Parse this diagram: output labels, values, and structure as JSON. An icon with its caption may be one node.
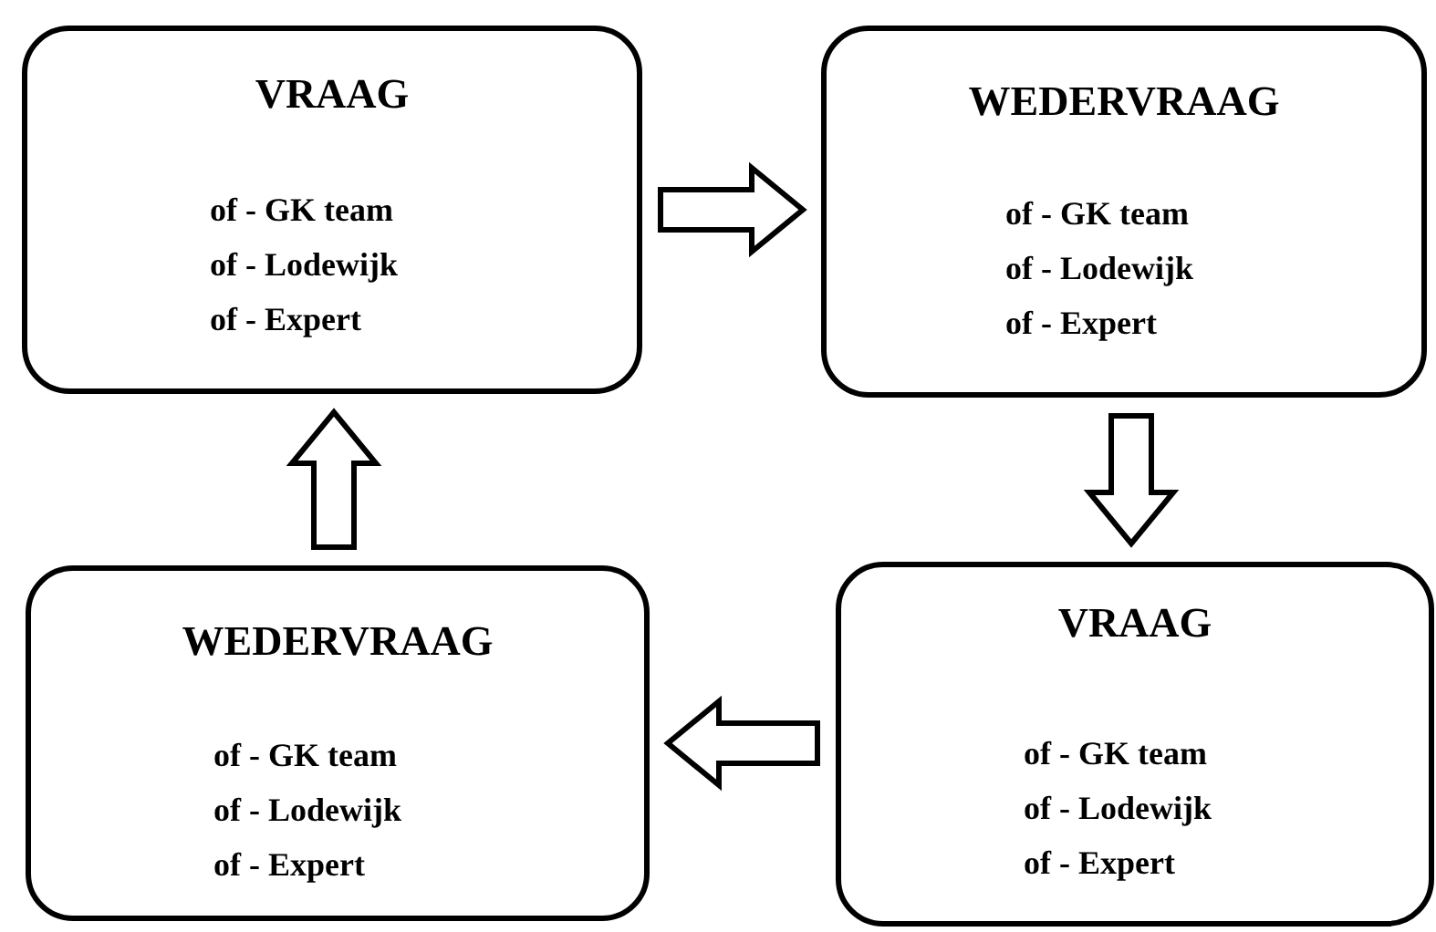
{
  "diagram": {
    "nodes": [
      {
        "text": [
          "VRAAG",
          "of - GK team",
          "of - Lodewijk",
          "of - Expert"
        ]
      },
      {
        "text": [
          "WEDERVRAAG",
          "of - GK team",
          "of - Lodewijk",
          "of - Expert"
        ]
      },
      {
        "text": [
          "VRAAG",
          "of - GK team",
          "of - Lodewijk",
          "of - Expert"
        ]
      },
      {
        "text": [
          "WEDERVRAAG",
          "of - GK team",
          "of - Lodewijk",
          "of - Expert"
        ]
      }
    ],
    "edges": [
      {
        "from": 0,
        "to": 1,
        "arrow": "to"
      },
      {
        "from": 1,
        "to": 2,
        "arrow": "to"
      },
      {
        "from": 2,
        "to": 3,
        "arrow": "to"
      },
      {
        "from": 3,
        "to": 0,
        "arrow": "to"
      }
    ]
  }
}
